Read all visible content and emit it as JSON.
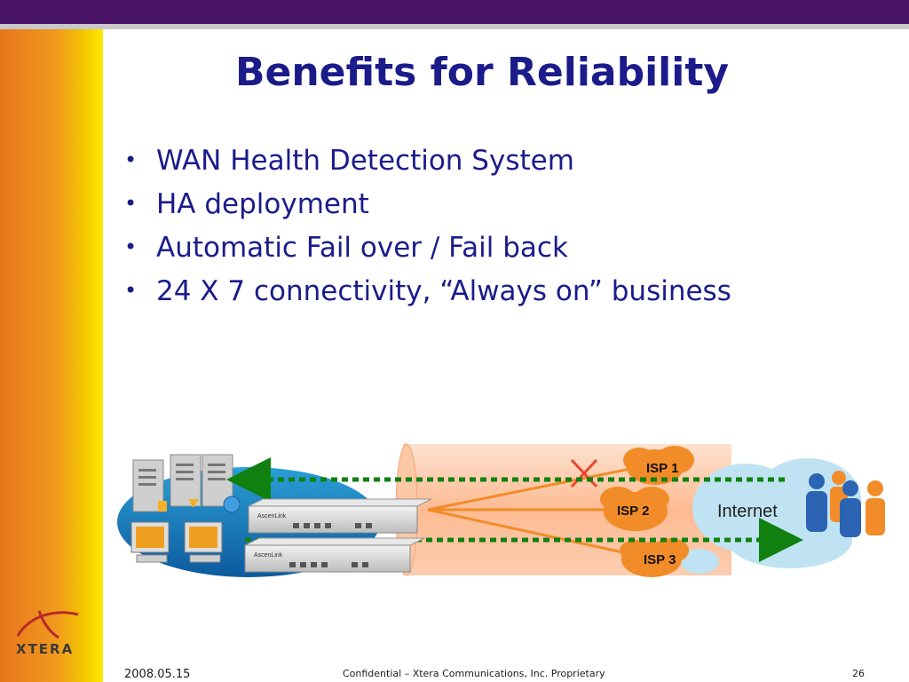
{
  "slide": {
    "title": "Benefits for Reliability",
    "bullets": [
      "WAN Health Detection System",
      "HA deployment",
      "Automatic Fail over / Fail back",
      "24 X 7 connectivity, “Always on” business"
    ]
  },
  "diagram": {
    "isps": [
      "ISP 1",
      "ISP 2",
      "ISP 3"
    ],
    "internet_label": "Internet",
    "device_brand": "AscenLink",
    "colors": {
      "isp_cloud": "#f28c28",
      "internet_cloud": "#bfe3f2",
      "tunnel": "#fdbb93",
      "link_lines": "#f28c28",
      "arrows": "#108010",
      "failure_x": "#e8482c"
    },
    "icons": [
      "server-icon",
      "desktop-computer-icon",
      "globe-icon",
      "network-appliance-icon",
      "person-icon"
    ]
  },
  "brand": {
    "logo_text": "XTERA"
  },
  "footer": {
    "date": "2008.05.15",
    "confidential": "Confidential – Xtera Communications, Inc. Proprietary",
    "page": "26"
  },
  "colors": {
    "title": "#1b1c8a",
    "top_bar": "#4a1466",
    "side_band_start": "#e8751a",
    "side_band_end": "#ffe900"
  }
}
